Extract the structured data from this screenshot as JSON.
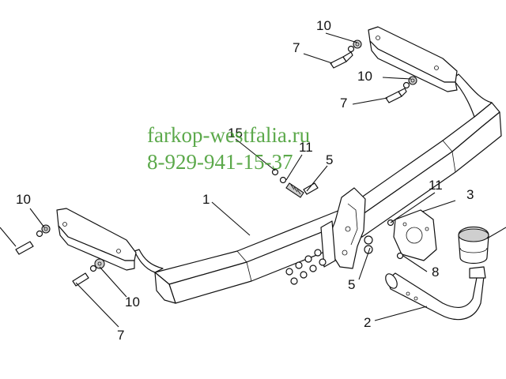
{
  "watermark": {
    "site": "farkop-westfalia.ru",
    "phone": "8-929-941-15-37"
  },
  "callouts": {
    "c10_top": "10",
    "c7_top": "7",
    "c10_mid": "10",
    "c7_mid": "7",
    "c15": "15",
    "c11_mid": "11",
    "c5_mid": "5",
    "c1": "1",
    "c10_left": "10",
    "c11_right": "11",
    "c3": "3",
    "c5_low": "5",
    "c8": "8",
    "c10_low": "10",
    "c7_low": "7",
    "c2": "2"
  }
}
